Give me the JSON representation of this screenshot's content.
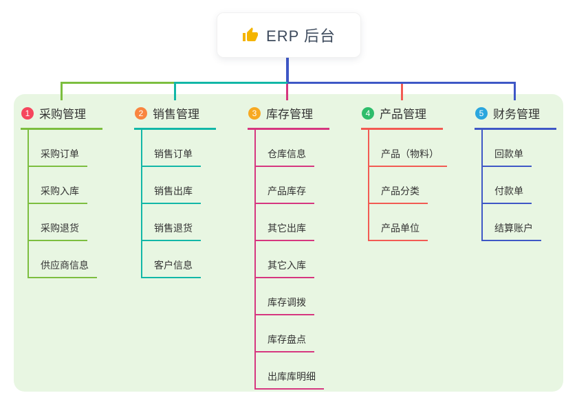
{
  "root": {
    "label": "ERP 后台",
    "icon": "thumbs-up-icon",
    "icon_color": "#f4b400"
  },
  "panel": {
    "background": "#e8f6e2"
  },
  "connector": {
    "stem_color": "#3e57c6"
  },
  "branches": [
    {
      "number": "1",
      "label": "采购管理",
      "badge_color": "#f6465d",
      "line_color": "#7cbe3f",
      "children": [
        "采购订单",
        "采购入库",
        "采购退货",
        "供应商信息"
      ]
    },
    {
      "number": "2",
      "label": "销售管理",
      "badge_color": "#f98540",
      "line_color": "#12b7a7",
      "children": [
        "销售订单",
        "销售出库",
        "销售退货",
        "客户信息"
      ]
    },
    {
      "number": "3",
      "label": "库存管理",
      "badge_color": "#f7a922",
      "line_color": "#d6367f",
      "children": [
        "仓库信息",
        "产品库存",
        "其它出库",
        "其它入库",
        "库存调拨",
        "库存盘点",
        "出库库明细"
      ]
    },
    {
      "number": "4",
      "label": "产品管理",
      "badge_color": "#2ebd6b",
      "line_color": "#f25a52",
      "children": [
        "产品（物料）",
        "产品分类",
        "产品单位"
      ]
    },
    {
      "number": "5",
      "label": "财务管理",
      "badge_color": "#2aa6de",
      "line_color": "#3e57c6",
      "children": [
        "回款单",
        "付款单",
        "结算账户"
      ]
    }
  ]
}
